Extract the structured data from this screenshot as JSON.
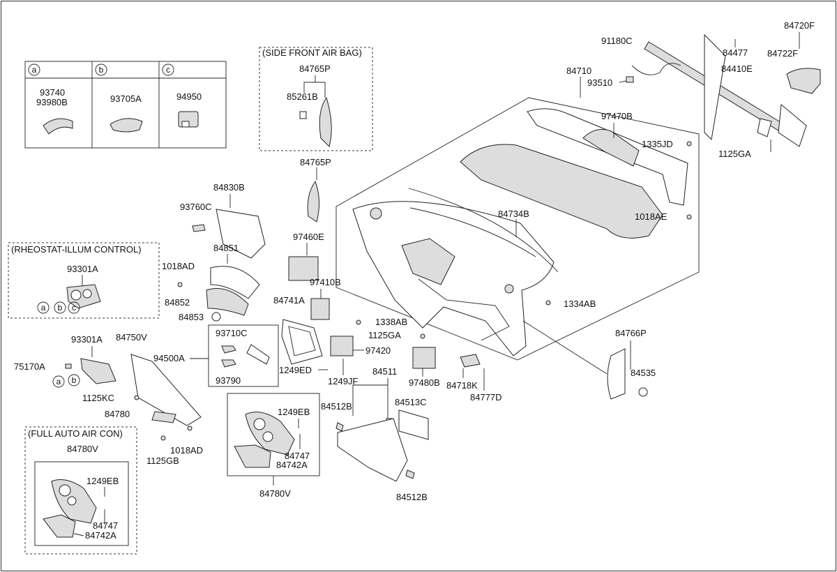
{
  "legend": {
    "headers": [
      "a",
      "b",
      "c"
    ],
    "col_a": [
      "93740",
      "93980B"
    ],
    "col_b": [
      "93705A"
    ],
    "col_c": [
      "94950"
    ]
  },
  "groups": {
    "side_air_bag": "(SIDE FRONT AIR BAG)",
    "rheostat": "(RHEOSTAT-ILLUM CONTROL)",
    "full_auto": "(FULL AUTO AIR CON)"
  },
  "callouts": {
    "p91180C": "91180C",
    "p93510": "93510",
    "p84477": "84477",
    "p84720F": "84720F",
    "p84722F": "84722F",
    "p84410E": "84410E",
    "p1125GA_top": "1125GA",
    "p1335JD": "1335JD",
    "p1018AE": "1018AE",
    "p97470B": "97470B",
    "p84710": "84710",
    "p84734B": "84734B",
    "p84765P_top": "84765P",
    "p85261B": "85261B",
    "p84765P": "84765P",
    "p84830B": "84830B",
    "p93760C": "93760C",
    "p84851": "84851",
    "p1018AD_top": "1018AD",
    "p84852": "84852",
    "p84853": "84853",
    "p93301A_r": "93301A",
    "p97460E": "97460E",
    "p97410B": "97410B",
    "p84741A": "84741A",
    "p1338AB": "1338AB",
    "p1125GA_mid": "1125GA",
    "p97420": "97420",
    "p1249ED": "1249ED",
    "p1249JF": "1249JF",
    "p97480B": "97480B",
    "p84718K": "84718K",
    "p84777D": "84777D",
    "p1334AB": "1334AB",
    "p84766P": "84766P",
    "p84535": "84535",
    "p93710C": "93710C",
    "p93790": "93790",
    "p94500A": "94500A",
    "p93301A": "93301A",
    "p84750V": "84750V",
    "p75170A": "75170A",
    "p1125KC": "1125KC",
    "p84780": "84780",
    "p1125GB": "1125GB",
    "p1018AD": "1018AD",
    "p84511": "84511",
    "p84512B_top": "84512B",
    "p84513C": "84513C",
    "p84512B": "84512B",
    "p1249EB_mid": "1249EB",
    "p84747_mid": "84747",
    "p84742A_mid": "84742A",
    "p84780V_mid": "84780V",
    "p84780V": "84780V",
    "p1249EB": "1249EB",
    "p84747": "84747",
    "p84742A": "84742A",
    "sym_a": "a",
    "sym_b": "b",
    "sym_c": "c"
  }
}
